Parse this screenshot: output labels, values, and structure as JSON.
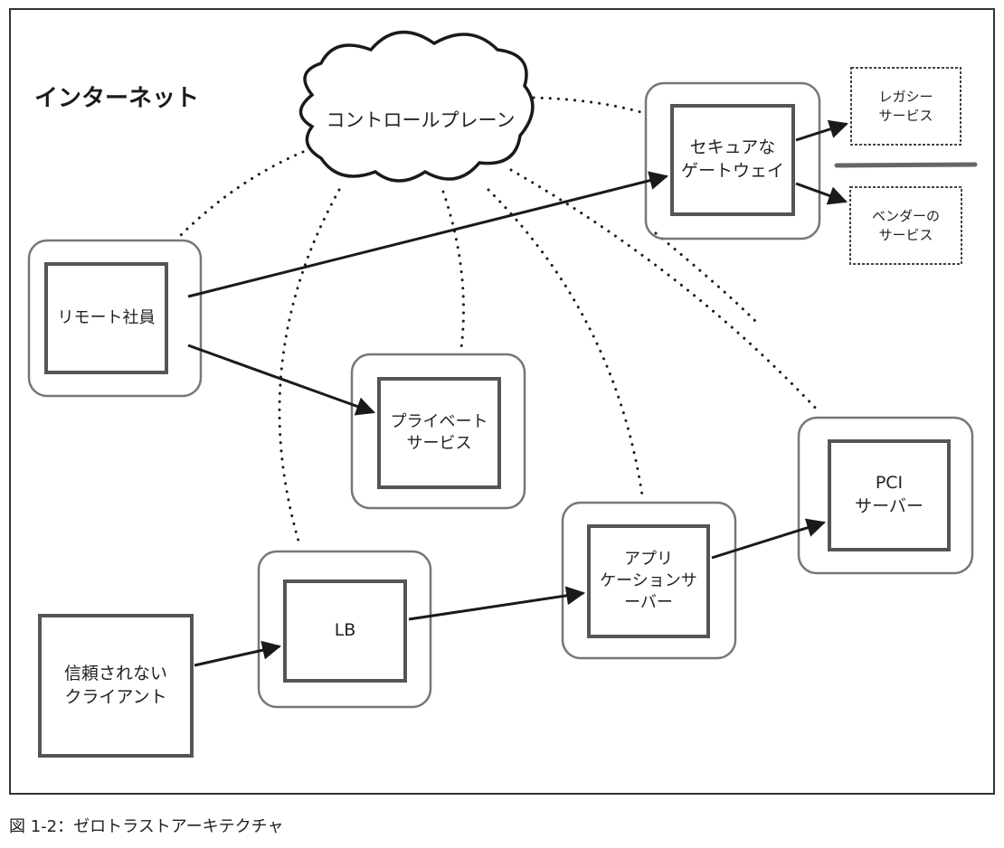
{
  "diagram": {
    "region_label": "インターネット",
    "control_plane": "コントロールプレーン",
    "nodes": {
      "remote_worker": "リモート社員",
      "secure_gateway": "セキュアな\nゲートウェイ",
      "legacy_service": "レガシー\nサービス",
      "vendor_service": "ベンダーの\nサービス",
      "private_service": "プライベート\nサービス",
      "pci_server": "PCI\nサーバー",
      "app_server": "アプリ\nケーションサーバー",
      "lb": "LB",
      "untrusted_client": "信頼されない\nクライアント"
    },
    "edges": [
      {
        "from": "remote_worker",
        "to": "secure_gateway",
        "style": "arrow"
      },
      {
        "from": "remote_worker",
        "to": "private_service",
        "style": "arrow"
      },
      {
        "from": "secure_gateway",
        "to": "legacy_service",
        "style": "arrow"
      },
      {
        "from": "secure_gateway",
        "to": "vendor_service",
        "style": "arrow"
      },
      {
        "from": "untrusted_client",
        "to": "lb",
        "style": "arrow"
      },
      {
        "from": "lb",
        "to": "app_server",
        "style": "arrow"
      },
      {
        "from": "app_server",
        "to": "pci_server",
        "style": "arrow"
      },
      {
        "from": "control_plane",
        "to": "remote_worker",
        "style": "dotted"
      },
      {
        "from": "control_plane",
        "to": "lb",
        "style": "dotted"
      },
      {
        "from": "control_plane",
        "to": "private_service",
        "style": "dotted"
      },
      {
        "from": "control_plane",
        "to": "app_server",
        "style": "dotted"
      },
      {
        "from": "control_plane",
        "to": "pci_server",
        "style": "dotted"
      },
      {
        "from": "control_plane",
        "to": "secure_gateway",
        "style": "dotted"
      }
    ]
  },
  "caption": "図 1-2：ゼロトラストアーキテクチャ"
}
